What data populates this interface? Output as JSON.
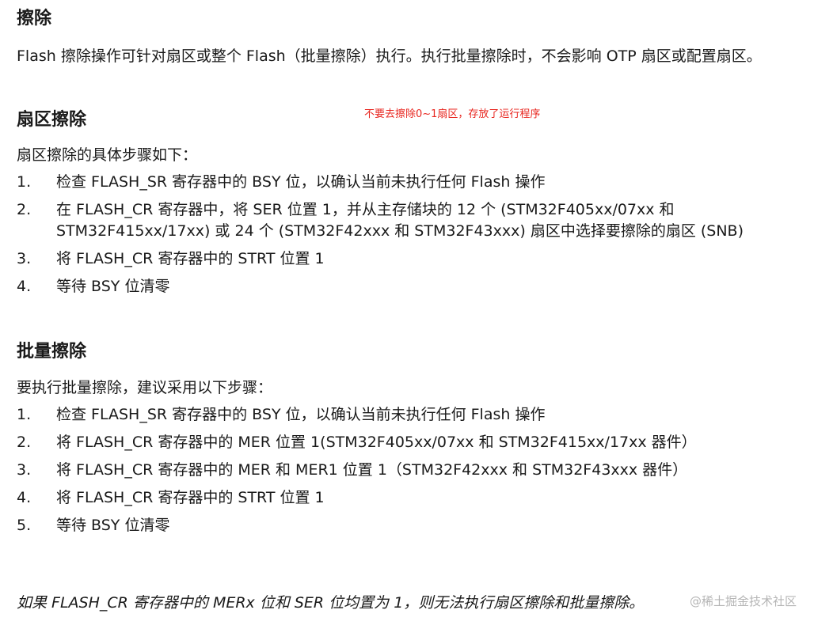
{
  "heading_erase": "擦除",
  "intro_paragraph": "Flash 擦除操作可针对扇区或整个 Flash（批量擦除）执行。执行批量擦除时，不会影响 OTP 扇区或配置扇区。",
  "sector_erase": {
    "heading": "扇区擦除",
    "note": "不要去擦除0~1扇区，存放了运行程序",
    "intro": "扇区擦除的具体步骤如下：",
    "steps": [
      {
        "num": "1.",
        "text": "检查 FLASH_SR 寄存器中的 BSY 位，以确认当前未执行任何 Flash 操作"
      },
      {
        "num": "2.",
        "text": "在 FLASH_CR 寄存器中，将 SER 位置 1，并从主存储块的 12 个 (STM32F405xx/07xx 和 STM32F415xx/17xx) 或 24 个 (STM32F42xxx 和 STM32F43xxx) 扇区中选择要擦除的扇区 (SNB)"
      },
      {
        "num": "3.",
        "text": "将 FLASH_CR 寄存器中的 STRT 位置 1"
      },
      {
        "num": "4.",
        "text": "等待 BSY 位清零"
      }
    ]
  },
  "mass_erase": {
    "heading": "批量擦除",
    "intro": "要执行批量擦除，建议采用以下步骤：",
    "steps": [
      {
        "num": "1.",
        "text": "检查 FLASH_SR 寄存器中的 BSY 位，以确认当前未执行任何 Flash 操作"
      },
      {
        "num": "2.",
        "text": "将 FLASH_CR 寄存器中的 MER 位置 1(STM32F405xx/07xx 和 STM32F415xx/17xx 器件）"
      },
      {
        "num": "3.",
        "text": "将 FLASH_CR 寄存器中的 MER 和 MER1 位置 1（STM32F42xxx 和 STM32F43xxx 器件）"
      },
      {
        "num": "4.",
        "text": "将 FLASH_CR 寄存器中的 STRT 位置 1"
      },
      {
        "num": "5.",
        "text": "等待 BSY 位清零"
      }
    ]
  },
  "footer_note": "如果 FLASH_CR 寄存器中的 MERx 位和 SER 位均置为 1，则无法执行扇区擦除和批量擦除。",
  "watermark": "@稀土掘金技术社区"
}
